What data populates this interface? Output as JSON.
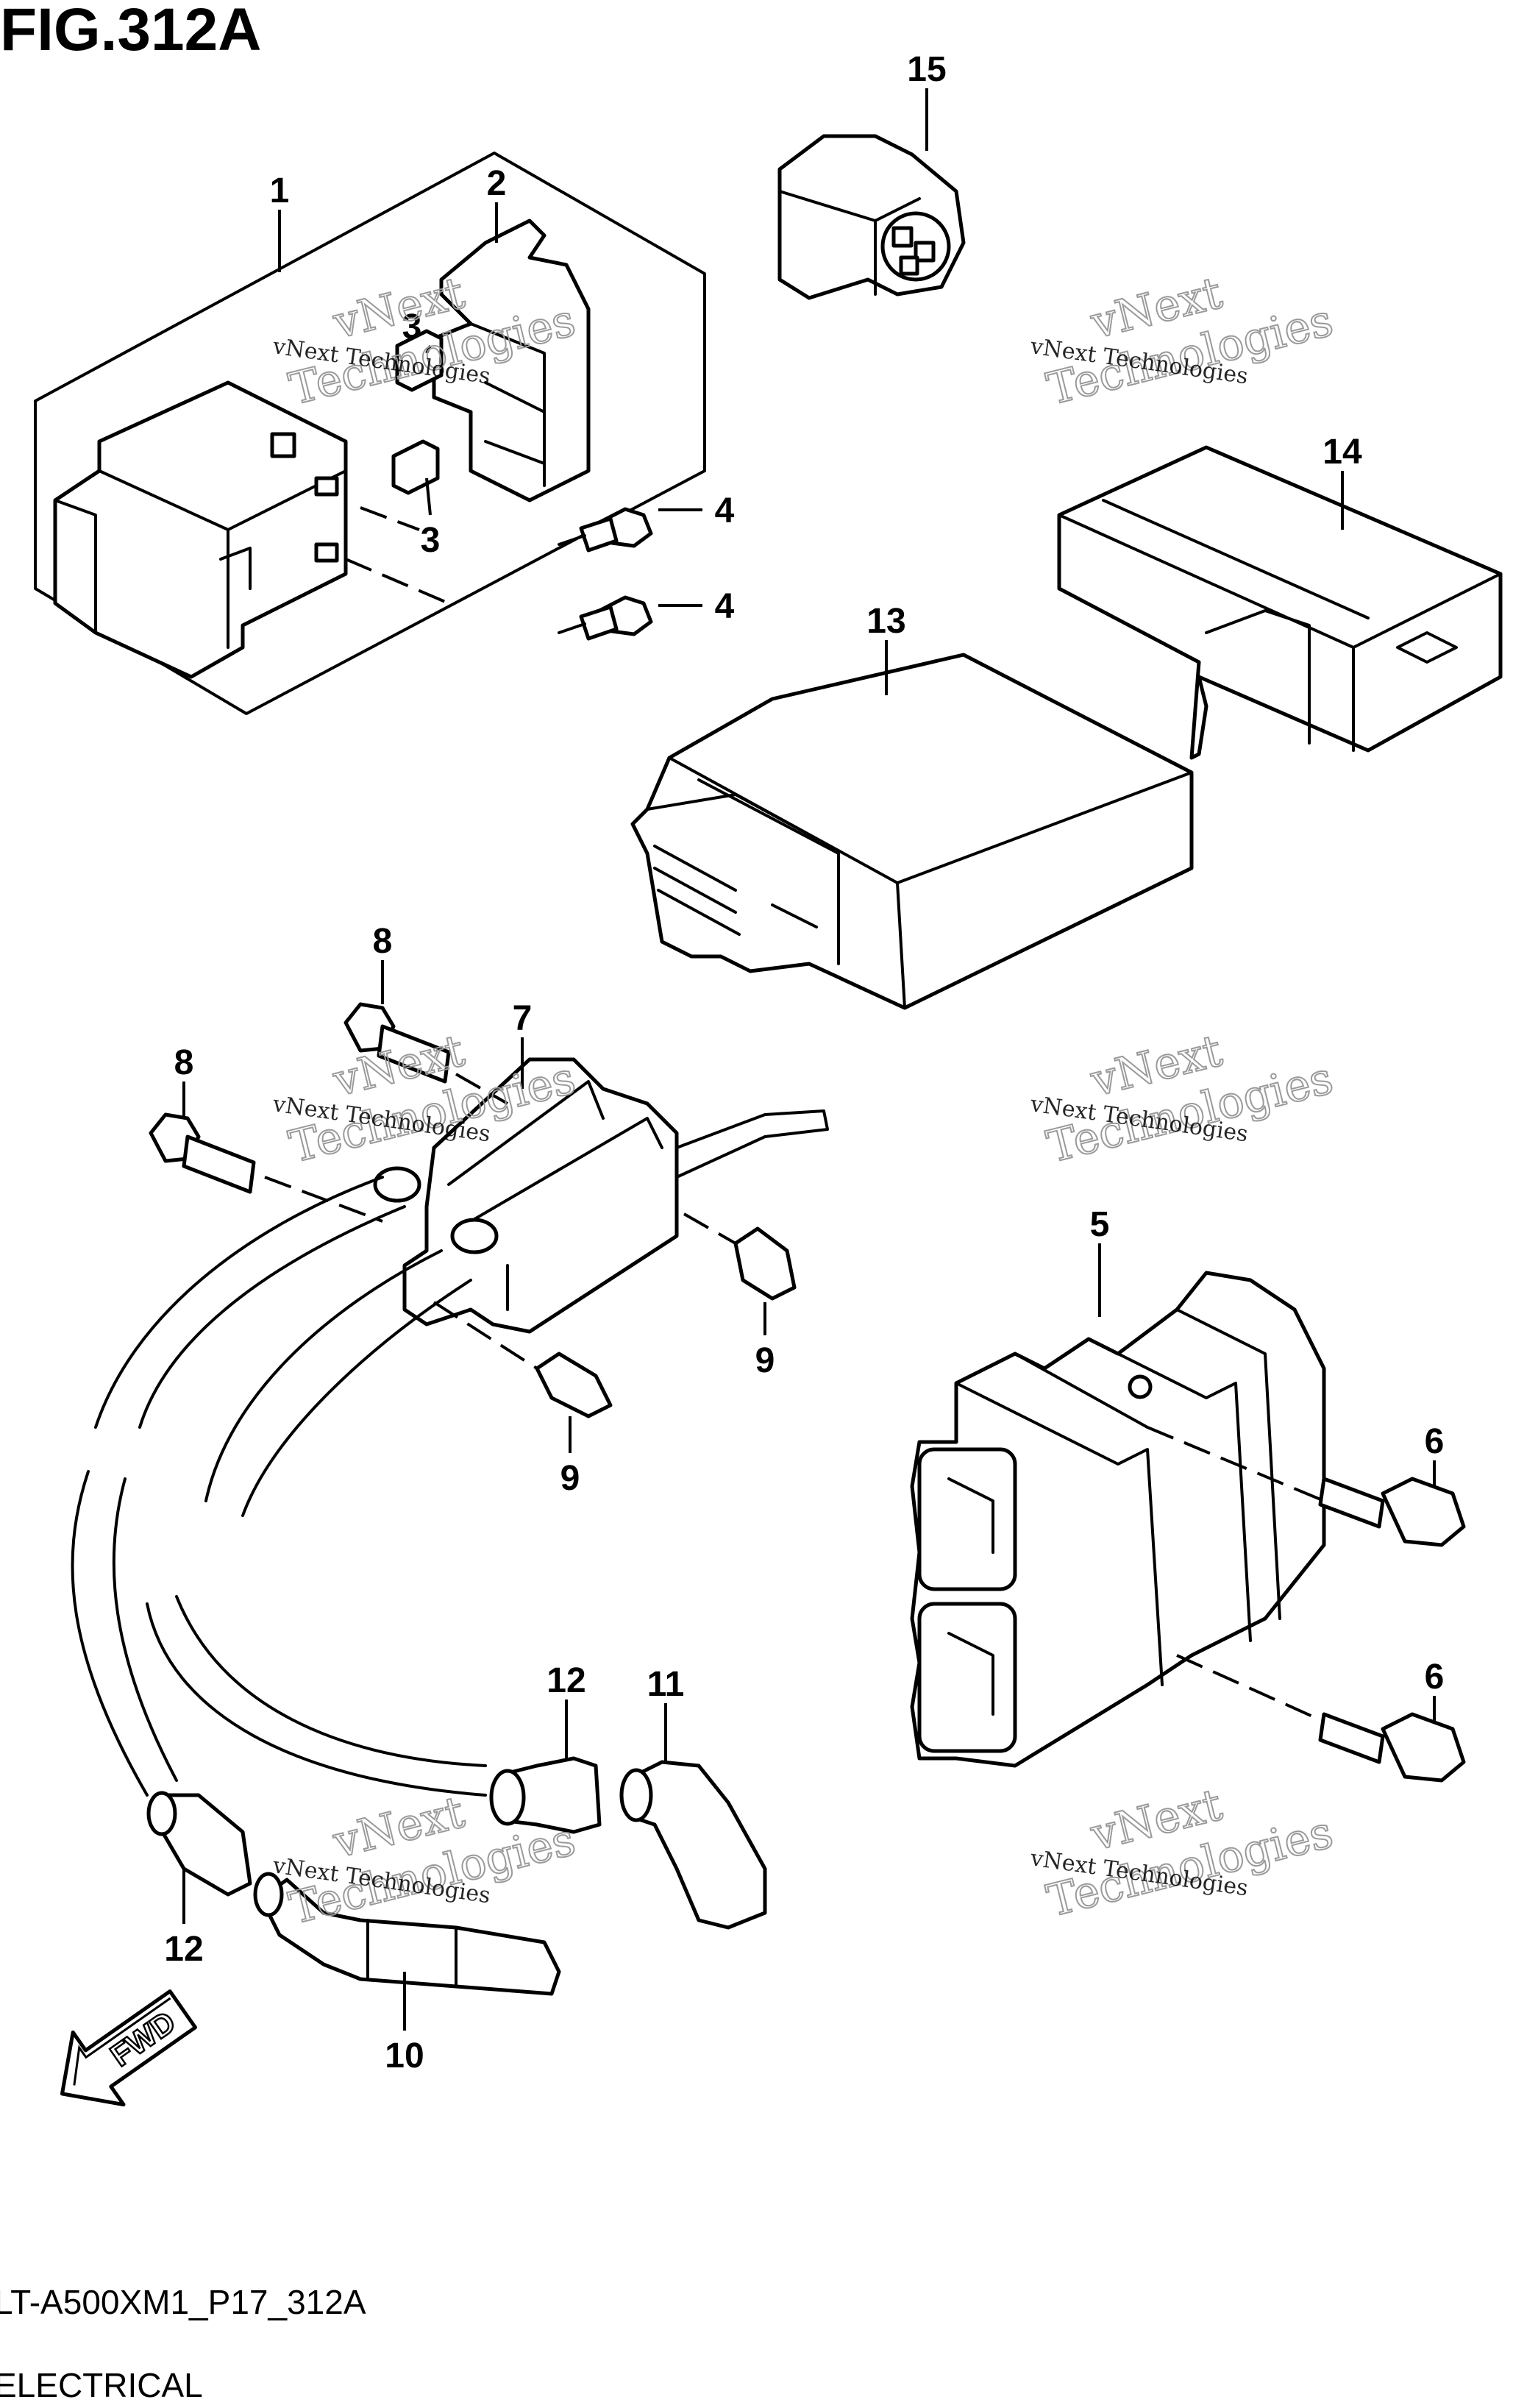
{
  "figure": {
    "title": "FIG.312A",
    "code": "LT-A500XM1_P17_312A",
    "name": "ELECTRICAL"
  },
  "callouts": [
    {
      "id": "c1",
      "label": "1"
    },
    {
      "id": "c2",
      "label": "2"
    },
    {
      "id": "c3a",
      "label": "3"
    },
    {
      "id": "c3b",
      "label": "3"
    },
    {
      "id": "c4a",
      "label": "4"
    },
    {
      "id": "c4b",
      "label": "4"
    },
    {
      "id": "c5",
      "label": "5"
    },
    {
      "id": "c6a",
      "label": "6"
    },
    {
      "id": "c6b",
      "label": "6"
    },
    {
      "id": "c7",
      "label": "7"
    },
    {
      "id": "c8a",
      "label": "8"
    },
    {
      "id": "c8b",
      "label": "8"
    },
    {
      "id": "c9a",
      "label": "9"
    },
    {
      "id": "c9b",
      "label": "9"
    },
    {
      "id": "c10",
      "label": "10"
    },
    {
      "id": "c11",
      "label": "11"
    },
    {
      "id": "c12a",
      "label": "12"
    },
    {
      "id": "c12b",
      "label": "12"
    },
    {
      "id": "c13",
      "label": "13"
    },
    {
      "id": "c14",
      "label": "14"
    },
    {
      "id": "c15",
      "label": "15"
    }
  ],
  "watermark": {
    "line1": "vNext Technologies",
    "line2": "vNext",
    "line3": "Technologies"
  },
  "direction": {
    "label": "FWD"
  }
}
